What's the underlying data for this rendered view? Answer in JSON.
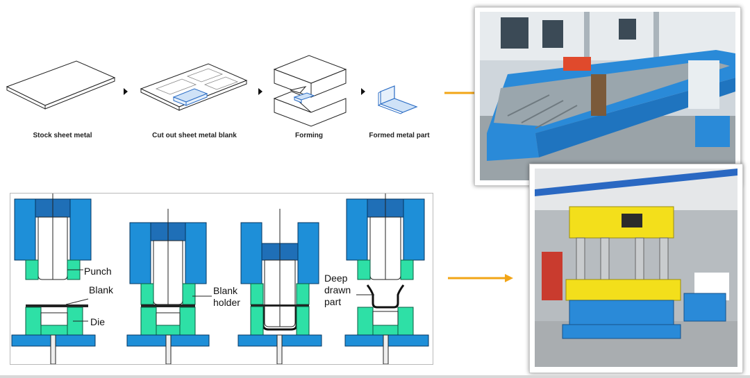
{
  "process_steps": [
    {
      "label": "Stock sheet metal"
    },
    {
      "label": "Cut out sheet metal blank"
    },
    {
      "label": "Forming"
    },
    {
      "label": "Formed metal part"
    }
  ],
  "deep_drawing": {
    "labels": {
      "punch": "Punch",
      "blank": "Blank",
      "die": "Die",
      "blank_holder": "Blank\nholder",
      "deep_drawn_part": "Deep\ndrawn\npart"
    }
  },
  "photos": {
    "roll_former": {
      "icon": "roll-forming-machine-photo"
    },
    "hydraulic_press": {
      "icon": "hydraulic-press-photo"
    }
  },
  "colors": {
    "arrow_orange": "#f2a516",
    "die_blue": "#1e8fd8",
    "die_green": "#2ee0a6",
    "punch_blue": "#1f6fb7",
    "machine_blue": "#2a8ad8",
    "press_yellow": "#f3df1b"
  }
}
